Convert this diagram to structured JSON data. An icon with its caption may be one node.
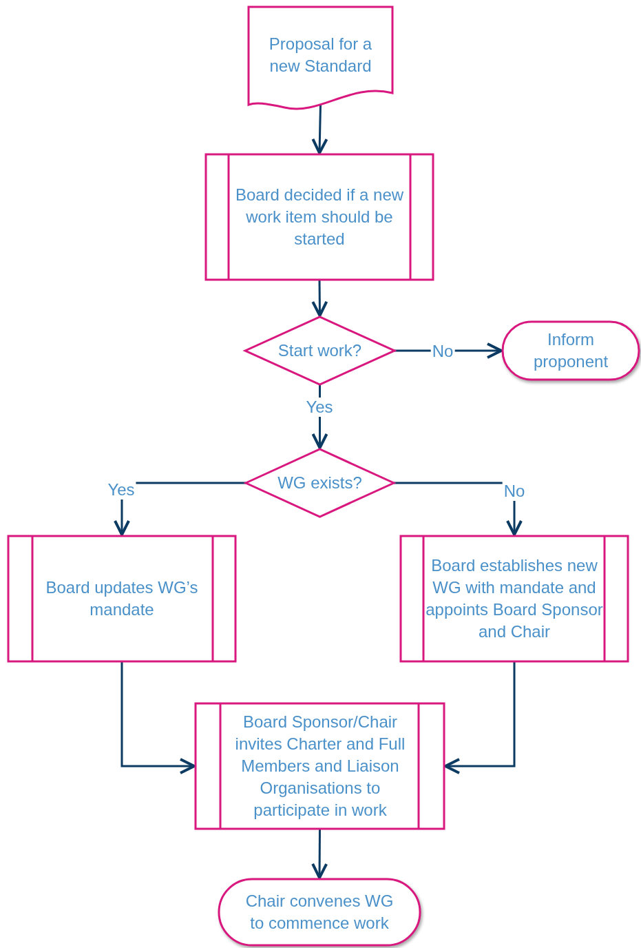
{
  "diagram": {
    "nodes": [
      {
        "text": [
          "Proposal for a new Standard"
        ]
      },
      {
        "text": [
          "Board decided if a new work item should be started"
        ]
      },
      {
        "text": [
          "Start work?"
        ]
      },
      {
        "text": [
          "Inform proponent"
        ]
      },
      {
        "text": [
          "WG exists?"
        ]
      },
      {
        "text": [
          "Board updates WG’s mandate"
        ]
      },
      {
        "text": [
          "Board establishes new WG with mandate and appoints Board Sponsor and Chair"
        ]
      },
      {
        "text": [
          "Board Sponsor/Chair invites Charter and Full Members and Liaison Organisations to participate in work"
        ]
      },
      {
        "text": [
          "Chair convenes WG to commence work"
        ]
      }
    ],
    "edges": [
      {
        "from": 0,
        "to": 1,
        "arrow": "to"
      },
      {
        "from": 1,
        "to": 2,
        "arrow": "to"
      },
      {
        "from": 2,
        "to": 3,
        "arrow": "to",
        "label": "No"
      },
      {
        "from": 2,
        "to": 4,
        "arrow": "to",
        "label": "Yes"
      },
      {
        "from": 4,
        "to": 5,
        "arrow": "to",
        "label": "Yes"
      },
      {
        "from": 4,
        "to": 6,
        "arrow": "to",
        "label": "No"
      },
      {
        "from": 5,
        "to": 7,
        "arrow": "to"
      },
      {
        "from": 6,
        "to": 7,
        "arrow": "to"
      },
      {
        "from": 7,
        "to": 8,
        "arrow": "to"
      }
    ]
  }
}
